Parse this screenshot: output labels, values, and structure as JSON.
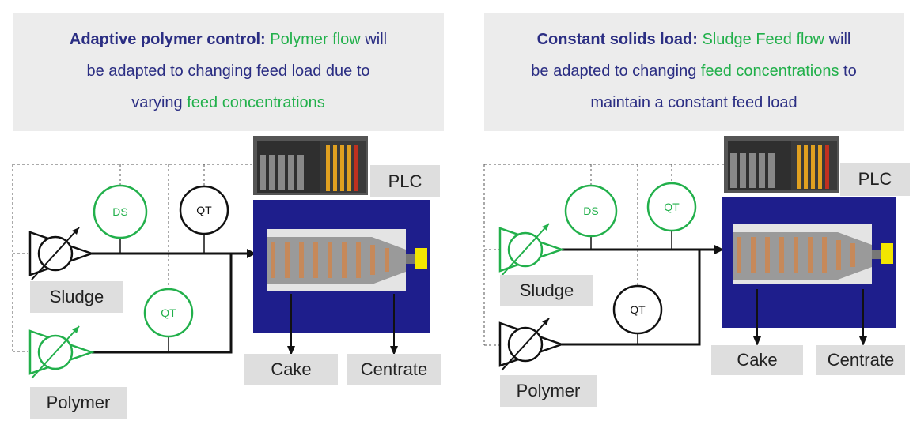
{
  "left": {
    "header": {
      "bold": "Adaptive polymer control",
      "colon": ": ",
      "green1": "Polymer flow",
      "mid1": " will",
      "line2": "be adapted to changing feed load due to",
      "line3a": "varying ",
      "green2": "feed concentrations"
    },
    "plc": "PLC",
    "ds": "DS",
    "qt_top": "QT",
    "qt_bottom": "QT",
    "sludge": "Sludge",
    "polymer": "Polymer",
    "cake": "Cake",
    "centrate": "Centrate"
  },
  "right": {
    "header": {
      "bold": "Constant solids load",
      "colon": ":  ",
      "green1": "Sludge Feed flow",
      "mid1": " will",
      "line2a": "be adapted to changing ",
      "green2": "feed concentrations",
      "line2b": " to",
      "line3": "maintain a constant feed load"
    },
    "plc": "PLC",
    "ds": "DS",
    "qt_top": "QT",
    "qt_bottom": "QT",
    "sludge": "Sludge",
    "polymer": "Polymer",
    "cake": "Cake",
    "centrate": "Centrate"
  },
  "colors": {
    "navy": "#2b2e83",
    "green": "#22b04b",
    "blue_panel": "#1e1e8c"
  }
}
